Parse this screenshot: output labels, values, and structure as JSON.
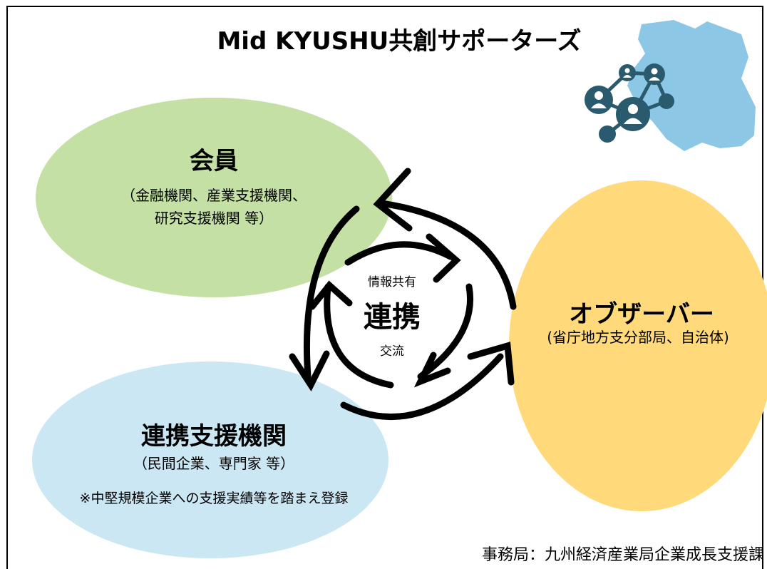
{
  "title": "Mid KYUSHU共創サポーターズ",
  "members": {
    "title": "会員",
    "desc_line1": "（金融機関、産業支援機関、",
    "desc_line2": "研究支援機関 等）"
  },
  "observer": {
    "title": "オブザーバー",
    "desc": "(省庁地方支分部局、自治体)"
  },
  "support": {
    "title": "連携支援機関",
    "desc": "（民間企業、専門家 等）",
    "note": "※中堅規模企業への支援実績等を踏まえ登録"
  },
  "center": {
    "top": "情報共有",
    "main": "連携",
    "bottom": "交流"
  },
  "footer": "事務局：九州経済産業局企業成長支援課",
  "colors": {
    "members_fill": "#c5e0a5",
    "observer_fill": "#ffd97a",
    "support_fill": "#cbe7f4",
    "map_fill": "#8cc8e6",
    "network": "#2a5a6e"
  }
}
